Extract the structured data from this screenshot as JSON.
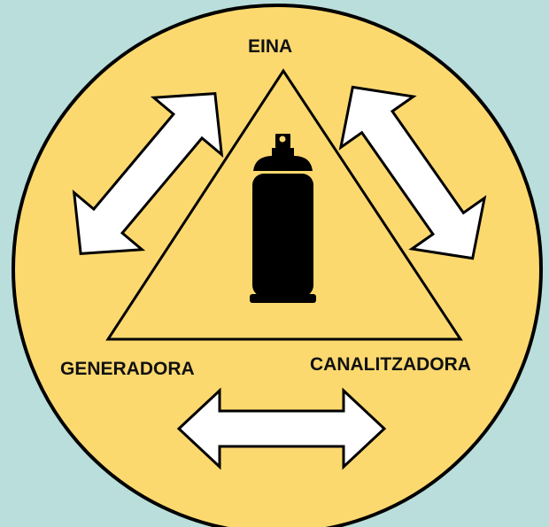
{
  "labels": {
    "top": "EINA",
    "left": "GENERADORA",
    "right": "CANALITZADORA"
  },
  "colors": {
    "background": "#b9dedb",
    "circle_fill": "#fcd96f",
    "outline": "#000000",
    "arrow_fill": "#ffffff",
    "can_fill": "#000000"
  },
  "icons": {
    "center": "spray-can-icon",
    "arrows": "double-headed-arrow-icon"
  }
}
